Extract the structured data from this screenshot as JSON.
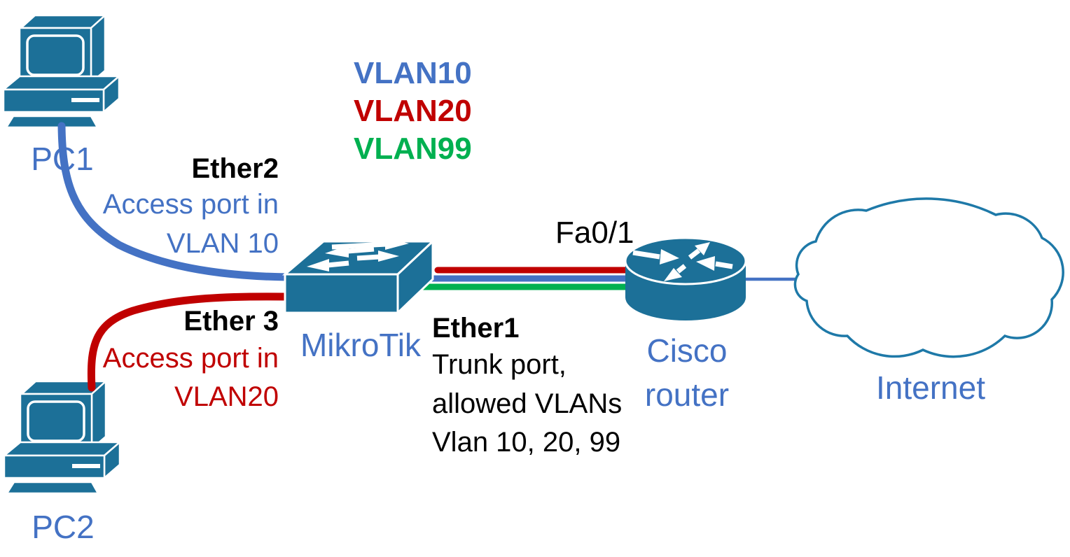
{
  "legend": {
    "items": [
      {
        "label": "VLAN10",
        "color": "#4472C4"
      },
      {
        "label": "VLAN20",
        "color": "#C00000"
      },
      {
        "label": "VLAN99",
        "color": "#00B050"
      }
    ]
  },
  "nodes": {
    "pc1": {
      "label": "PC1"
    },
    "pc2": {
      "label": "PC2"
    },
    "mikrotik": {
      "label": "MikroTik"
    },
    "cisco": {
      "label_line1": "Cisco",
      "label_line2": "router"
    },
    "internet": {
      "label": "Internet"
    }
  },
  "ports": {
    "ether2": {
      "name": "Ether2",
      "desc1": "Access port in",
      "desc2": "VLAN 10"
    },
    "ether3": {
      "name": "Ether 3",
      "desc1": "Access port in",
      "desc2": "VLAN20"
    },
    "ether1": {
      "name": "Ether1",
      "desc1": "Trunk port,",
      "desc2": "allowed VLANs",
      "desc3": "Vlan 10, 20, 99"
    },
    "fa01": {
      "name": "Fa0/1"
    }
  },
  "colors": {
    "vlan10_blue": "#4472C4",
    "vlan20_red": "#C00000",
    "vlan99_green": "#00B050",
    "device_teal": "#1C7098",
    "cloud_outline": "#1E79A8",
    "label_blue": "#4472C4"
  }
}
